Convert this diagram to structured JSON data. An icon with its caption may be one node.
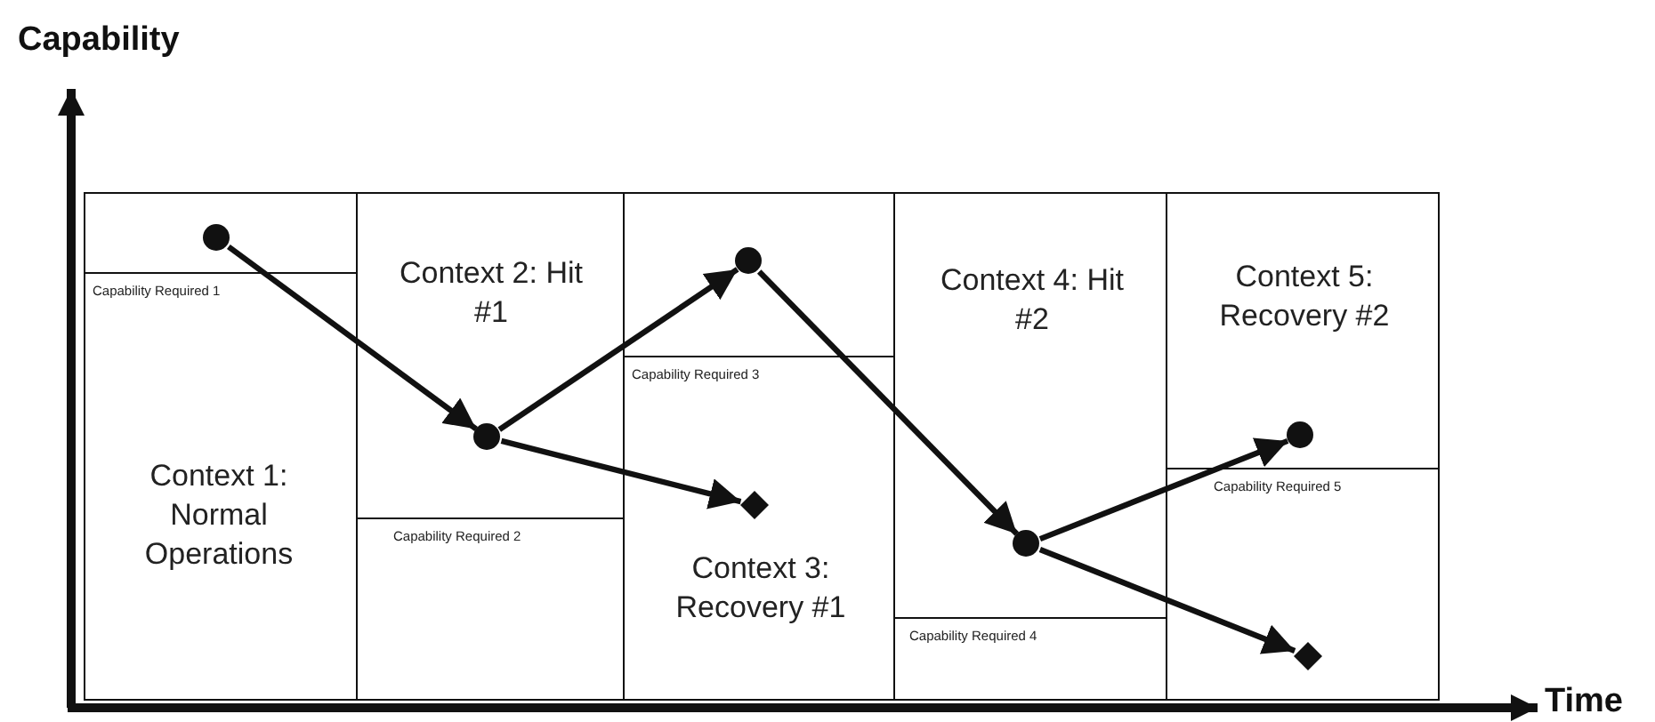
{
  "diagram": {
    "nodes": [
      {
        "text": [
          "Capability Required 1",
          "Context 1: Normal Operations"
        ]
      },
      {
        "text": [],
        "shape": "circle",
        "in": 0
      },
      {
        "text": [
          "Context 2: Hit #1",
          "Capability Required 2"
        ]
      },
      {
        "text": [],
        "shape": "circle",
        "in": 2
      },
      {
        "text": [
          "Capability Required 3",
          "Context 3: Recovery #1"
        ]
      },
      {
        "text": [],
        "shape": "circle",
        "in": 4
      },
      {
        "text": [],
        "shape": "diamond",
        "in": 4
      },
      {
        "text": [
          "Context 4: Hit #2",
          "Capability Required 4"
        ]
      },
      {
        "text": [],
        "shape": "circle",
        "in": 7
      },
      {
        "text": [
          "Context 5: Recovery #2",
          "Capability Required 5"
        ]
      },
      {
        "text": [],
        "shape": "circle",
        "in": 9
      },
      {
        "text": [],
        "shape": "diamond",
        "in": 9
      }
    ],
    "edges": [
      {
        "from": 1,
        "to": 3,
        "arrow": "to"
      },
      {
        "from": 3,
        "to": 5,
        "arrow": "to"
      },
      {
        "from": 3,
        "to": 6,
        "arrow": "to"
      },
      {
        "from": 5,
        "to": 8,
        "arrow": "to"
      },
      {
        "from": 8,
        "to": 10,
        "arrow": "to"
      },
      {
        "from": 8,
        "to": 11,
        "arrow": "to"
      }
    ],
    "labels": [
      "Capability",
      "Time"
    ]
  }
}
